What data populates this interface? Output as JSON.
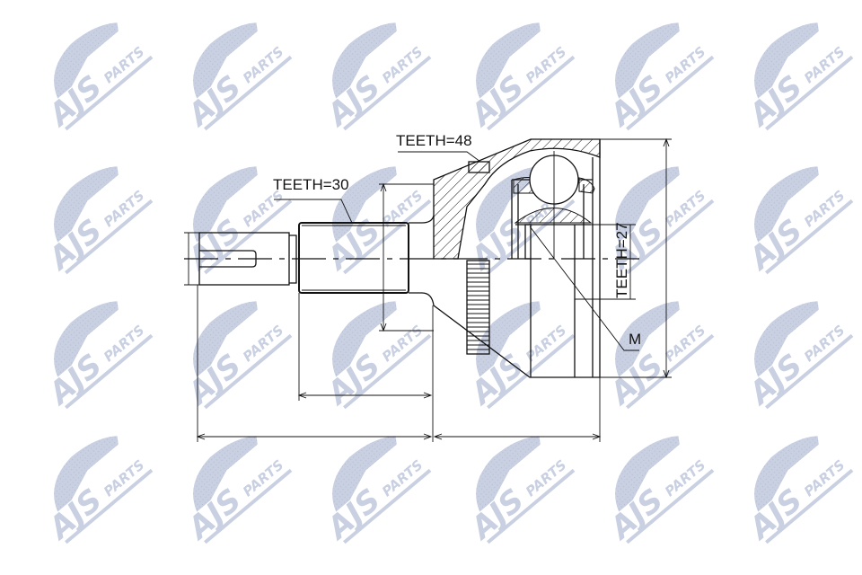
{
  "watermark": {
    "brand": "AJS",
    "sub": "PARTS",
    "color": "#c9d0e2"
  },
  "labels": {
    "teeth_outer": "TEETH=48",
    "teeth_shaft": "TEETH=30",
    "teeth_inner": "TEETH=27",
    "thread": "M"
  }
}
